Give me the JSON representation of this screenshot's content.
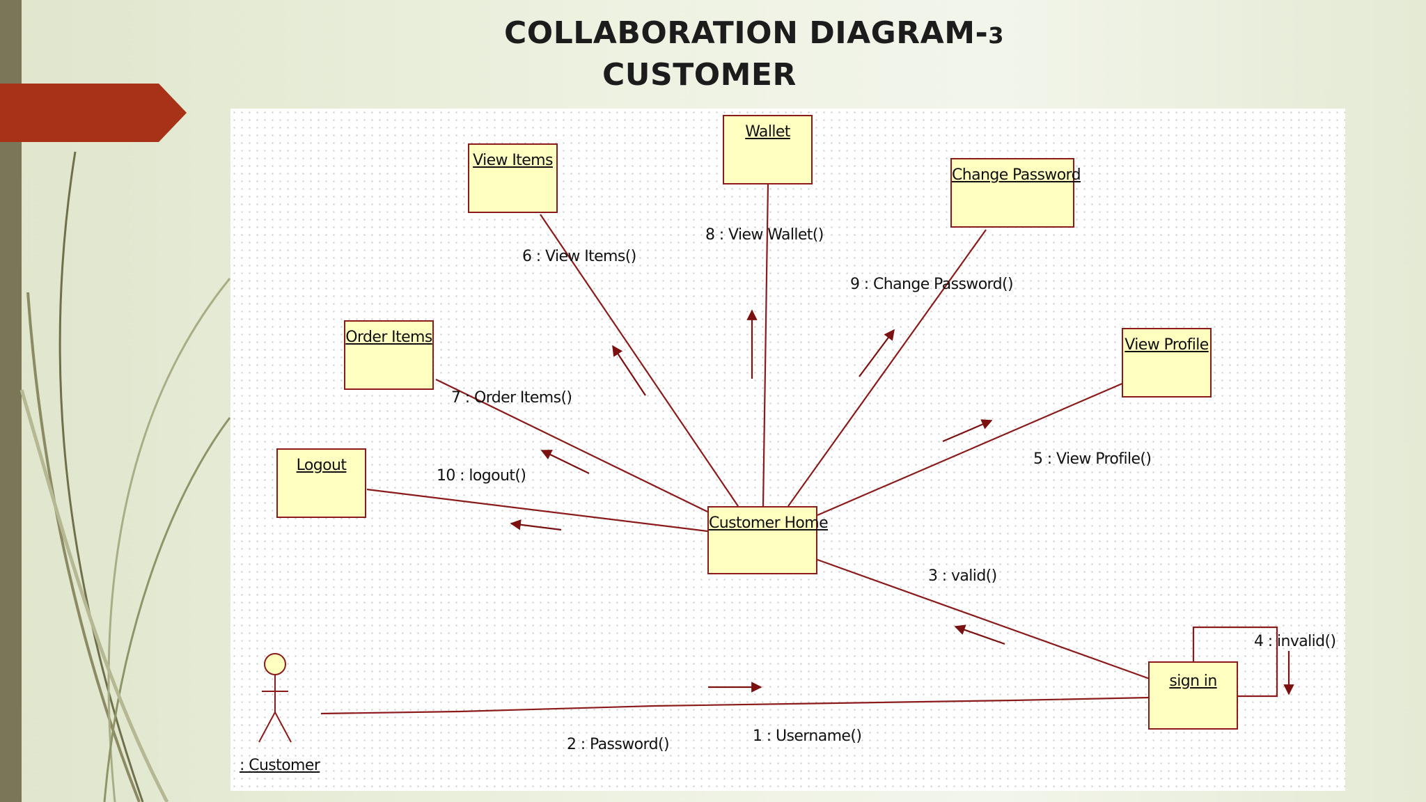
{
  "slide": {
    "title_main": "COLLABORATION DIAGRAM-",
    "title_suffix": "3",
    "subtitle": "CUSTOMER"
  },
  "colors": {
    "accent_arrow": "#a83218",
    "connector": "#8b1a1a",
    "object_fill": "#ffffc0",
    "sidebar": "#7a7657"
  },
  "diagram": {
    "actor": {
      "label": ": Customer"
    },
    "objects": {
      "wallet": "Wallet",
      "view_items": "View Items",
      "change_password": "Change Password",
      "order_items": "Order Items",
      "view_profile": "View Profile",
      "logout": "Logout",
      "customer_home": "Customer Home",
      "sign_in": "sign in"
    },
    "messages": {
      "m1": "1 : Username()",
      "m2": "2 : Password()",
      "m3": "3 : valid()",
      "m4": "4 : invalid()",
      "m5": "5 : View Profile()",
      "m6": "6 : View Items()",
      "m7": "7 : Order Items()",
      "m8": "8 : View Wallet()",
      "m9": "9 : Change Password()",
      "m10": "10 : logout()"
    }
  }
}
